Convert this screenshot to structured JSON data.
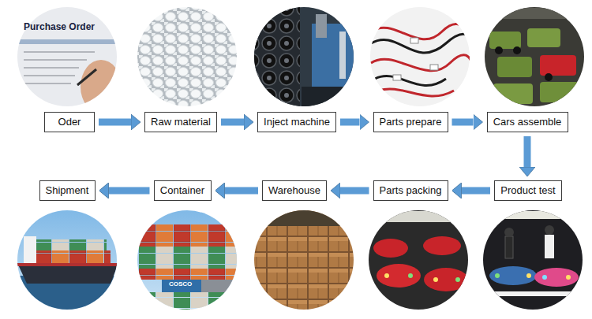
{
  "diagram": {
    "nodes": [
      {
        "text": [
          "Oder"
        ]
      },
      {
        "text": [
          "Raw material"
        ]
      },
      {
        "text": [
          "Inject machine"
        ]
      },
      {
        "text": [
          "Parts prepare"
        ]
      },
      {
        "text": [
          "Cars assemble"
        ]
      },
      {
        "text": [
          "Shipment"
        ]
      },
      {
        "text": [
          "Container"
        ]
      },
      {
        "text": [
          "Warehouse"
        ]
      },
      {
        "text": [
          "Parts packing"
        ]
      },
      {
        "text": [
          "Product test"
        ]
      }
    ],
    "edges": [
      {
        "from": 0,
        "to": 1,
        "arrow": "to"
      },
      {
        "from": 1,
        "to": 2,
        "arrow": "to"
      },
      {
        "from": 2,
        "to": 3,
        "arrow": "to"
      },
      {
        "from": 3,
        "to": 4,
        "arrow": "to"
      },
      {
        "from": 4,
        "to": 9,
        "arrow": "to"
      },
      {
        "from": 9,
        "to": 8,
        "arrow": "to"
      },
      {
        "from": 8,
        "to": 7,
        "arrow": "to"
      },
      {
        "from": 7,
        "to": 6,
        "arrow": "to"
      },
      {
        "from": 6,
        "to": 5,
        "arrow": "to"
      }
    ],
    "labels": [
      "Purchase Order",
      "COSCO"
    ]
  }
}
